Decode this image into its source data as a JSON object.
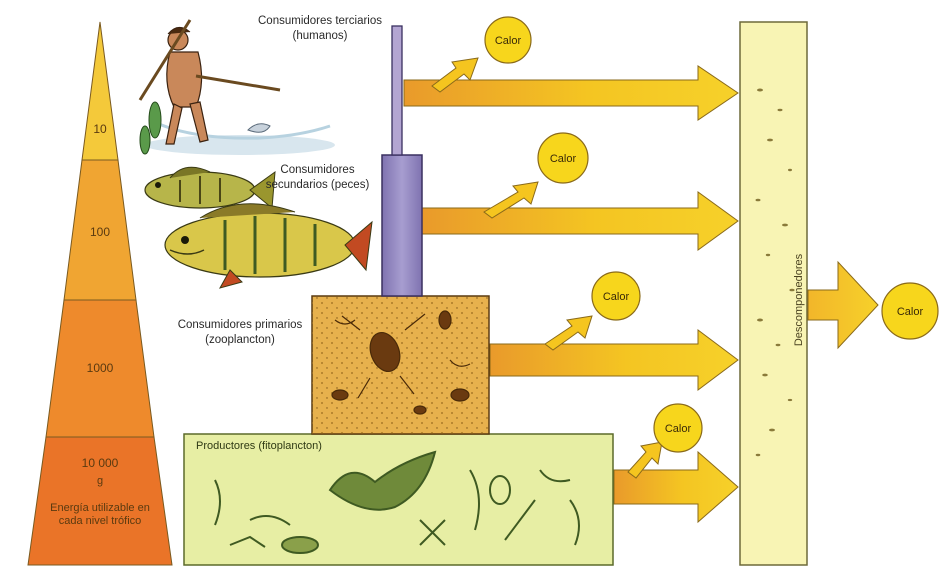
{
  "pyramid": {
    "levels": [
      "10",
      "100",
      "1000",
      "10 000"
    ],
    "footer_unit": "g",
    "footer_caption": "Energía utilizable en cada nivel trófico"
  },
  "levels": {
    "tertiary": "Consumidores terciarios (humanos)",
    "secondary": "Consumidores secundarios (peces)",
    "primary": "Consumidores primarios (zooplancton)",
    "producers": "Productores (fitoplancton)"
  },
  "heat_label": "Calor",
  "decomposers_label": "Descomponedores",
  "colors": {
    "pyramid_top": "#f4c93a",
    "pyramid_mid": "#f0a532",
    "pyramid_low": "#ee8a2c",
    "pyramid_base": "#ea7428",
    "arrow": "#f5c51f",
    "heat_circle": "#f7d61c",
    "decomposer_bar": "#f8f4b4",
    "producer_box": "#e7eea4",
    "zooplankton_box": "#e7b14d",
    "fish_column": "#9b8fc2",
    "human_column": "#b3a5d2"
  },
  "icons": [
    "human-fisherman-icon",
    "fish-icon",
    "zooplankton-icon",
    "phytoplankton-icon"
  ]
}
